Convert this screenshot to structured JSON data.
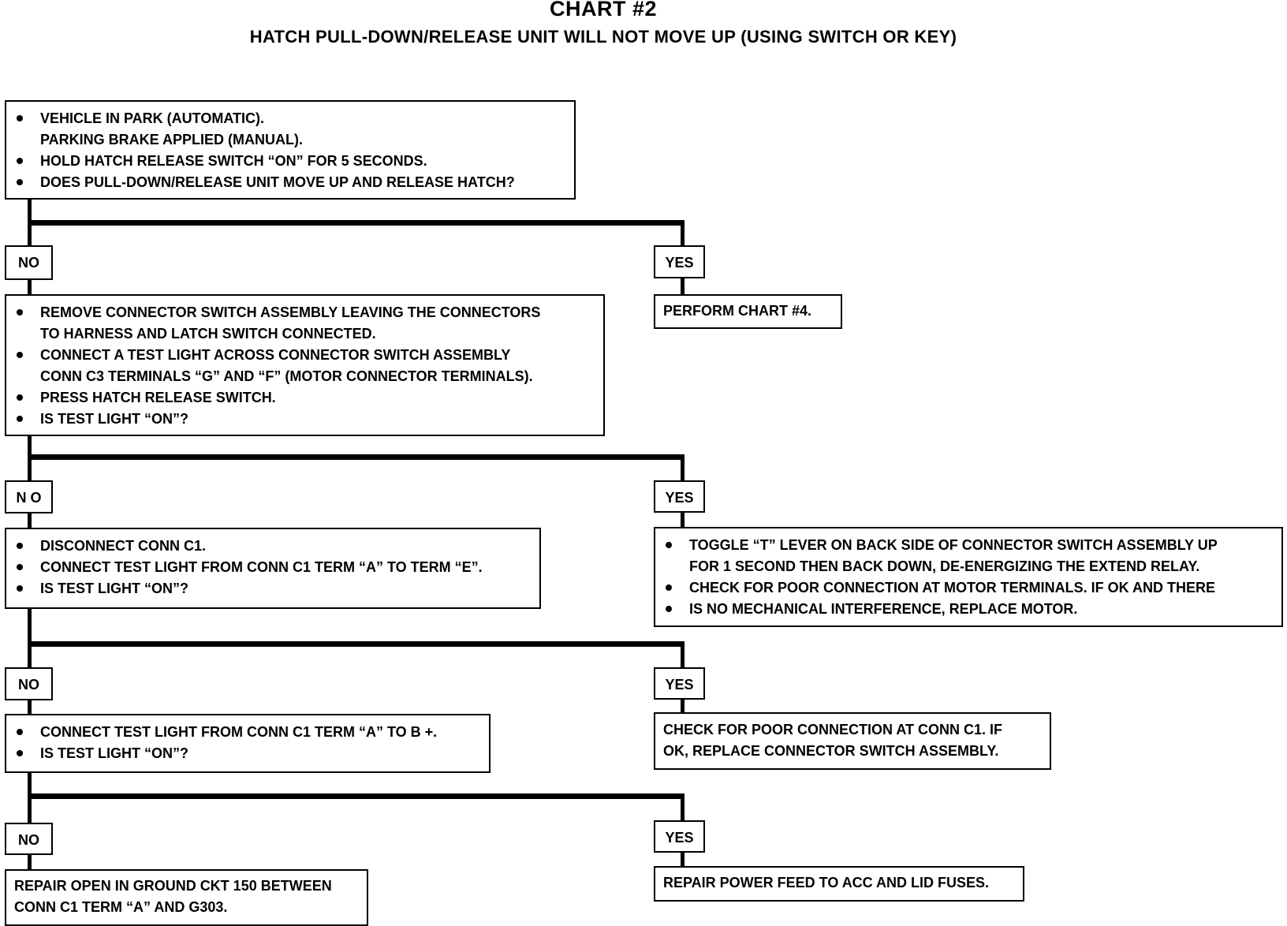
{
  "header": {
    "title": "CHART #2",
    "subtitle": "HATCH PULL-DOWN/RELEASE UNIT WILL NOT MOVE UP (USING SWITCH OR KEY)"
  },
  "steps": {
    "step1": [
      {
        "bullet": true,
        "text": "VEHICLE IN PARK (AUTOMATIC)."
      },
      {
        "bullet": false,
        "text": "PARKING BRAKE APPLIED (MANUAL)."
      },
      {
        "bullet": true,
        "text": "HOLD HATCH RELEASE SWITCH “ON” FOR 5 SECONDS."
      },
      {
        "bullet": true,
        "text": "DOES PULL-DOWN/RELEASE UNIT MOVE UP AND RELEASE HATCH?"
      }
    ],
    "step2": [
      {
        "bullet": true,
        "text": "REMOVE CONNECTOR SWITCH ASSEMBLY LEAVING THE CONNECTORS"
      },
      {
        "bullet": false,
        "text": "TO HARNESS AND LATCH SWITCH CONNECTED."
      },
      {
        "bullet": true,
        "text": "CONNECT A TEST LIGHT ACROSS CONNECTOR SWITCH ASSEMBLY"
      },
      {
        "bullet": false,
        "text": "CONN C3 TERMINALS “G” AND “F” (MOTOR CONNECTOR TERMINALS)."
      },
      {
        "bullet": true,
        "text": "PRESS HATCH RELEASE SWITCH."
      },
      {
        "bullet": true,
        "text": "IS TEST LIGHT “ON”?"
      }
    ],
    "step3": [
      {
        "bullet": true,
        "text": "DISCONNECT CONN C1."
      },
      {
        "bullet": true,
        "text": "CONNECT TEST LIGHT FROM CONN C1 TERM “A” TO TERM “E”."
      },
      {
        "bullet": true,
        "text": "IS TEST LIGHT “ON”?"
      }
    ],
    "step4": [
      {
        "bullet": true,
        "text": "CONNECT TEST LIGHT FROM CONN C1 TERM “A” TO B +."
      },
      {
        "bullet": true,
        "text": "IS TEST LIGHT “ON”?"
      }
    ],
    "result_toggle": [
      {
        "bullet": true,
        "text": "TOGGLE “T” LEVER ON BACK SIDE OF CONNECTOR SWITCH ASSEMBLY UP"
      },
      {
        "bullet": false,
        "text": "FOR 1 SECOND THEN BACK DOWN, DE-ENERGIZING THE EXTEND RELAY."
      },
      {
        "bullet": true,
        "text": "CHECK FOR POOR CONNECTION AT MOTOR TERMINALS.  IF OK AND THERE"
      },
      {
        "bullet": true,
        "text": "IS NO MECHANICAL INTERFERENCE, REPLACE MOTOR."
      }
    ]
  },
  "results": {
    "perform_chart4": "PERFORM CHART  #4.",
    "check_conn_c1": [
      "CHECK FOR POOR CONNECTION AT CONN C1.  IF",
      "OK, REPLACE CONNECTOR SWITCH ASSEMBLY."
    ],
    "repair_power_feed": "REPAIR POWER FEED TO ACC AND LID FUSES.",
    "repair_ground": [
      "REPAIR OPEN IN GROUND CKT 150 BETWEEN",
      "CONN C1 TERM “A” AND G303."
    ]
  },
  "labels": {
    "no": "NO",
    "yes": "YES",
    "no_alt": "N O"
  }
}
